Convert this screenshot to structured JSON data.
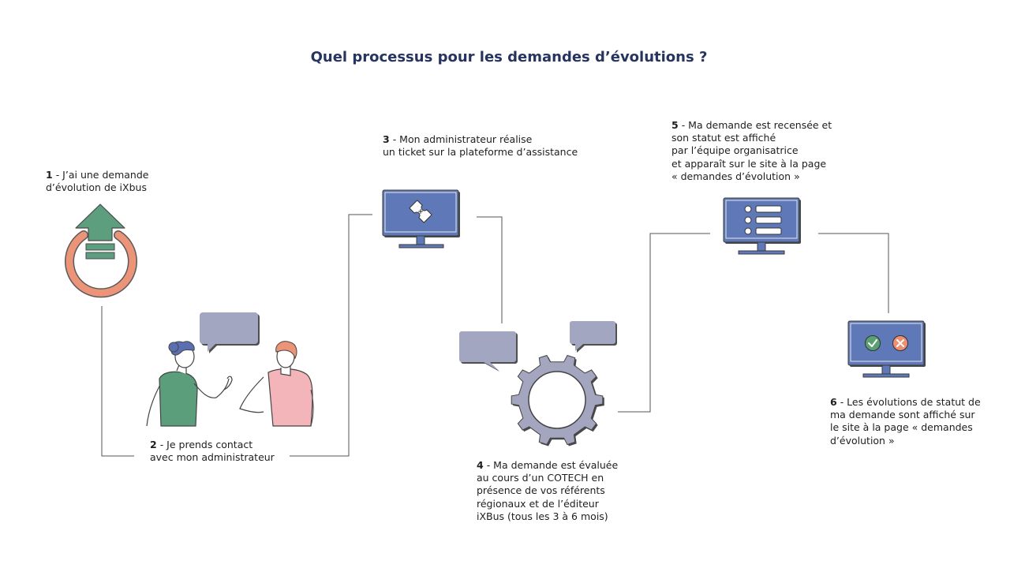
{
  "title": "Quel processus pour les demandes d’évolutions ?",
  "steps": [
    {
      "num": "1",
      "lines": [
        "- J’ai une demande",
        "d’évolution  de iXbus"
      ]
    },
    {
      "num": "2",
      "lines": [
        "- Je prends contact",
        "avec mon administrateur"
      ]
    },
    {
      "num": "3",
      "lines": [
        "- Mon administrateur réalise",
        "un ticket sur la plateforme d’assistance"
      ]
    },
    {
      "num": "4",
      "lines": [
        "- Ma demande est évaluée",
        "au cours d’un COTECH en",
        "présence de vos référents",
        "régionaux et de l’éditeur",
        "iXBus (tous les 3 à 6 mois)"
      ]
    },
    {
      "num": "5",
      "lines": [
        "- Ma demande est recensée et",
        "son statut est affiché",
        "par l’équipe organisatrice",
        "et apparaît sur le site à la page",
        "« demandes d’évolution »"
      ]
    },
    {
      "num": "6",
      "lines": [
        "- Les  évolutions de statut de",
        "ma demande sont affiché sur",
        "le site à la page « demandes",
        "d’évolution »"
      ]
    }
  ],
  "colors": {
    "title": "#26345f",
    "monitor_blue": "#5f78b8",
    "bubble_grey": "#a3a6c1",
    "gear_grey": "#a4a6c0",
    "arrow_green": "#5c9e7e",
    "ring_orange": "#ec9478",
    "person_green": "#5a9e7b",
    "person_pink": "#f3b5b9",
    "hair_blue": "#5a6fb2",
    "hair_orange": "#ec9478",
    "check_green": "#5aa070",
    "cross_salmon": "#ee8f73",
    "connector": "#555555"
  },
  "icons": [
    "upload-arrow-icon",
    "ticket-monitor-icon",
    "list-monitor-icon",
    "status-monitor-icon",
    "gear-icon",
    "speech-bubble-icon",
    "check-icon",
    "cross-icon"
  ]
}
